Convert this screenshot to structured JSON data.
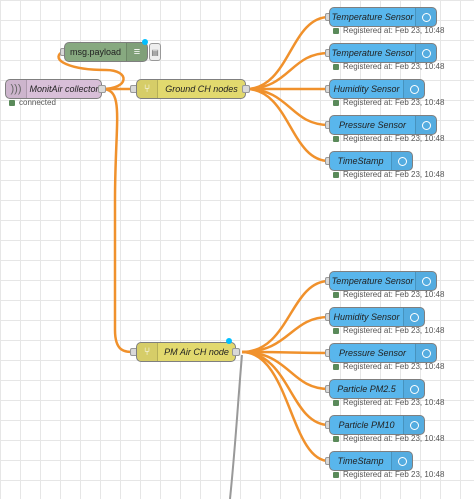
{
  "nodes": {
    "collector": {
      "label": "MonitAir collector",
      "status": "connected",
      "icon": "radio-waves-icon"
    },
    "payload": {
      "label": "msg.payload",
      "icon": "list-icon"
    },
    "ground": {
      "label": "Ground CH nodes",
      "icon": "split-icon"
    },
    "pm": {
      "label": "PM Air CH node",
      "icon": "split-icon"
    }
  },
  "ground_sensors": [
    {
      "label": "Temperature Sensor",
      "status": "Registered at: Feb 23, 10:48"
    },
    {
      "label": "Temperature Sensor",
      "status": "Registered at: Feb 23, 10:48"
    },
    {
      "label": "Humidity Sensor",
      "status": "Registered at: Feb 23, 10:48"
    },
    {
      "label": "Pressure Sensor",
      "status": "Registered at: Feb 23, 10:48"
    },
    {
      "label": "TimeStamp",
      "status": "Registered at: Feb 23, 10:48"
    }
  ],
  "pm_sensors": [
    {
      "label": "Temperature Sensor",
      "status": "Registered at: Feb 23, 10:48"
    },
    {
      "label": "Humidity Sensor",
      "status": "Registered at: Feb 23, 10:48"
    },
    {
      "label": "Pressure Sensor",
      "status": "Registered at: Feb 23, 10:48"
    },
    {
      "label": "Particle PM2.5",
      "status": "Registered at: Feb 23, 10:48"
    },
    {
      "label": "Particle PM10",
      "status": "Registered at: Feb 23, 10:48"
    },
    {
      "label": "TimeStamp",
      "status": "Registered at: Feb 23, 10:48"
    }
  ],
  "colors": {
    "wire": "#f0912c",
    "selected_wire": "#999999",
    "sensor_node": "#59b6ec",
    "function_node": "#e2d96e",
    "debug_node": "#87a980",
    "input_node": "#d8bfd8",
    "status_connected": "#5a8a5a",
    "changed_indicator": "#00bfff"
  }
}
